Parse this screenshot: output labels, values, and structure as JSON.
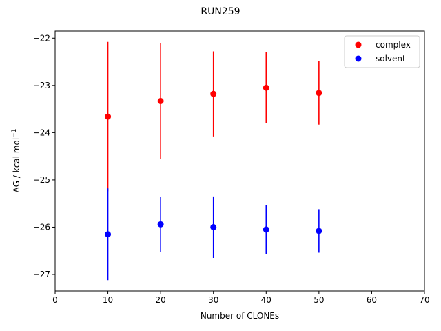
{
  "chart_data": {
    "type": "scatter",
    "title": "RUN259",
    "xlabel": "Number of CLONEs",
    "ylabel_main": "ΔG / kcal mol",
    "ylabel_sup": "−1",
    "xlim": [
      0,
      70
    ],
    "ylim": [
      -27.35,
      -21.85
    ],
    "xticks": [
      0,
      10,
      20,
      30,
      40,
      50,
      60,
      70
    ],
    "xtick_labels": [
      "0",
      "10",
      "20",
      "30",
      "40",
      "50",
      "60",
      "70"
    ],
    "yticks": [
      -27,
      -26,
      -25,
      -24,
      -23,
      -22
    ],
    "ytick_labels": [
      "−27",
      "−26",
      "−25",
      "−24",
      "−23",
      "−22"
    ],
    "grid": false,
    "legend_position": "top-right",
    "series": [
      {
        "name": "complex",
        "color": "#ff0000",
        "x": [
          10,
          20,
          30,
          40,
          50
        ],
        "y": [
          -23.66,
          -23.33,
          -23.18,
          -23.05,
          -23.16
        ],
        "yerr": [
          1.58,
          1.23,
          0.9,
          0.75,
          0.67
        ]
      },
      {
        "name": "solvent",
        "color": "#0000ff",
        "x": [
          10,
          20,
          30,
          40,
          50
        ],
        "y": [
          -26.15,
          -25.94,
          -26.0,
          -26.05,
          -26.08
        ],
        "yerr": [
          0.97,
          0.58,
          0.65,
          0.52,
          0.46
        ]
      }
    ]
  }
}
